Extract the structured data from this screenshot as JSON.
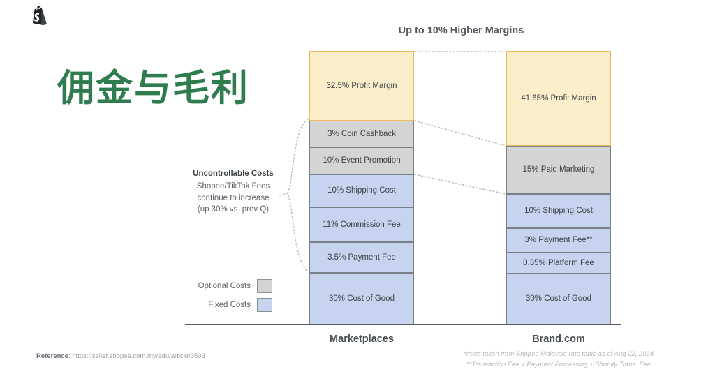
{
  "brand": {
    "logo_icon": "shopify-bag-icon"
  },
  "headline": {
    "zh_title": "佣金与毛利",
    "color": "#2f7d4f"
  },
  "chart_data": {
    "type": "bar",
    "title": "Up to 10% Higher Margins",
    "xlabel": "",
    "ylabel": "",
    "ylim": [
      0,
      100
    ],
    "stacked": true,
    "categories": [
      "Marketplaces",
      "Brand.com"
    ],
    "series": [
      {
        "name": "Marketplaces",
        "segments": [
          {
            "label": "32.5% Profit Margin",
            "value": 32.5,
            "type": "profit",
            "color": "#fbeecb"
          },
          {
            "label": "3% Coin Cashback",
            "value": 3,
            "type": "optional",
            "color": "#d4d4d4"
          },
          {
            "label": "10% Event Promotion",
            "value": 10,
            "type": "optional",
            "color": "#d4d4d4"
          },
          {
            "label": "10% Shipping Cost",
            "value": 10,
            "type": "fixed",
            "color": "#c6d4ef"
          },
          {
            "label": "11% Commission Fee",
            "value": 11,
            "type": "fixed",
            "color": "#c6d4ef"
          },
          {
            "label": "3.5% Payment Fee",
            "value": 3.5,
            "type": "fixed",
            "color": "#c6d4ef"
          },
          {
            "label": "30% Cost of Good",
            "value": 30,
            "type": "fixed",
            "color": "#c6d4ef"
          }
        ]
      },
      {
        "name": "Brand.com",
        "segments": [
          {
            "label": "41.65% Profit Margin",
            "value": 41.65,
            "type": "profit",
            "color": "#fbeecb"
          },
          {
            "label": "15% Paid Marketing",
            "value": 15,
            "type": "optional",
            "color": "#d4d4d4"
          },
          {
            "label": "10% Shipping Cost",
            "value": 10,
            "type": "fixed",
            "color": "#c6d4ef"
          },
          {
            "label": "3% Payment Fee**",
            "value": 3,
            "type": "fixed",
            "color": "#c6d4ef"
          },
          {
            "label": "0.35% Platform Fee",
            "value": 0.35,
            "type": "fixed",
            "color": "#c6d4ef"
          },
          {
            "label": "30% Cost of Good",
            "value": 30,
            "type": "fixed",
            "color": "#c6d4ef"
          }
        ]
      }
    ],
    "legend": {
      "position": "left",
      "entries": [
        {
          "label": "Optional Costs",
          "color": "#d4d4d4"
        },
        {
          "label": "Fixed Costs",
          "color": "#c6d4ef"
        }
      ]
    },
    "annotations": [
      {
        "heading": "Uncontrollable Costs",
        "lines": [
          "Shopee/TikTok Fees",
          "continue to increase",
          "(up 30% vs. prev Q)"
        ]
      }
    ]
  },
  "legend": {
    "optional_label": "Optional Costs",
    "fixed_label": "Fixed Costs"
  },
  "annotation": {
    "heading": "Uncontrollable Costs",
    "line1": "Shopee/TikTok Fees",
    "line2": "continue to increase",
    "line3": "(up 30% vs. prev Q)"
  },
  "footer": {
    "reference_label": "Reference",
    "reference_sep": ": ",
    "reference_url": "https://seller.shopee.com.my/edu/article/3503",
    "note1": "*rates taken from Shopee Malaysia rate table as of Aug 22, 2024",
    "note2": "**Transaction Fee = Payment Processing + Shopify Trans. Fee"
  }
}
